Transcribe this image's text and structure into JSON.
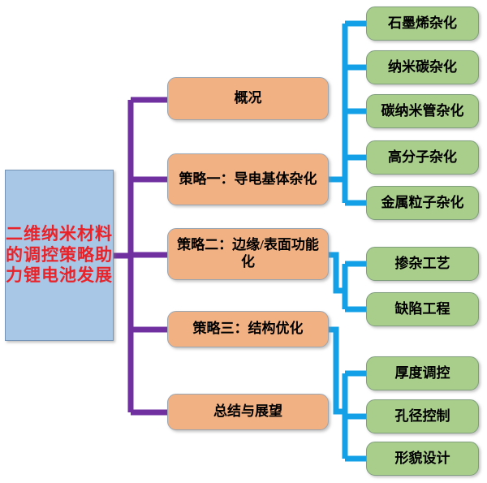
{
  "diagram": {
    "title": "二维纳米材料的调控策略助力锂电池发展",
    "colors": {
      "root_fill": "#A8C6E5",
      "root_text": "#E8232A",
      "branch_fill": "#F2B183",
      "leaf_fill": "#A9CE8B",
      "trunk_connector": "#7030A0",
      "leaf_connector": "#14A0E6",
      "node_text": "#000000"
    },
    "root": {
      "label": "二维纳米材料的调控策略助力锂电池发展"
    },
    "branches": [
      {
        "id": "overview",
        "label": "概况"
      },
      {
        "id": "strategy-1",
        "label": "策略一：导电基体杂化"
      },
      {
        "id": "strategy-2",
        "label": "策略二：边缘/表面功能化"
      },
      {
        "id": "strategy-3",
        "label": "策略三：结构优化"
      },
      {
        "id": "summary",
        "label": "总结与展望"
      }
    ],
    "leaves": [
      {
        "id": "graphene-hybrid",
        "label": "石墨烯杂化",
        "parent": "strategy-1"
      },
      {
        "id": "nanocarbon-hybrid",
        "label": "纳米碳杂化",
        "parent": "strategy-1"
      },
      {
        "id": "cnt-hybrid",
        "label": "碳纳米管杂化",
        "parent": "strategy-1"
      },
      {
        "id": "polymer-hybrid",
        "label": "高分子杂化",
        "parent": "strategy-1"
      },
      {
        "id": "metal-particle-hybrid",
        "label": "金属粒子杂化",
        "parent": "strategy-1"
      },
      {
        "id": "doping-process",
        "label": "掺杂工艺",
        "parent": "strategy-2"
      },
      {
        "id": "defect-engineering",
        "label": "缺陷工程",
        "parent": "strategy-2"
      },
      {
        "id": "thickness-control",
        "label": "厚度调控",
        "parent": "strategy-3"
      },
      {
        "id": "pore-size-control",
        "label": "孔径控制",
        "parent": "strategy-3"
      },
      {
        "id": "morphology-design",
        "label": "形貌设计",
        "parent": "strategy-3"
      }
    ]
  }
}
